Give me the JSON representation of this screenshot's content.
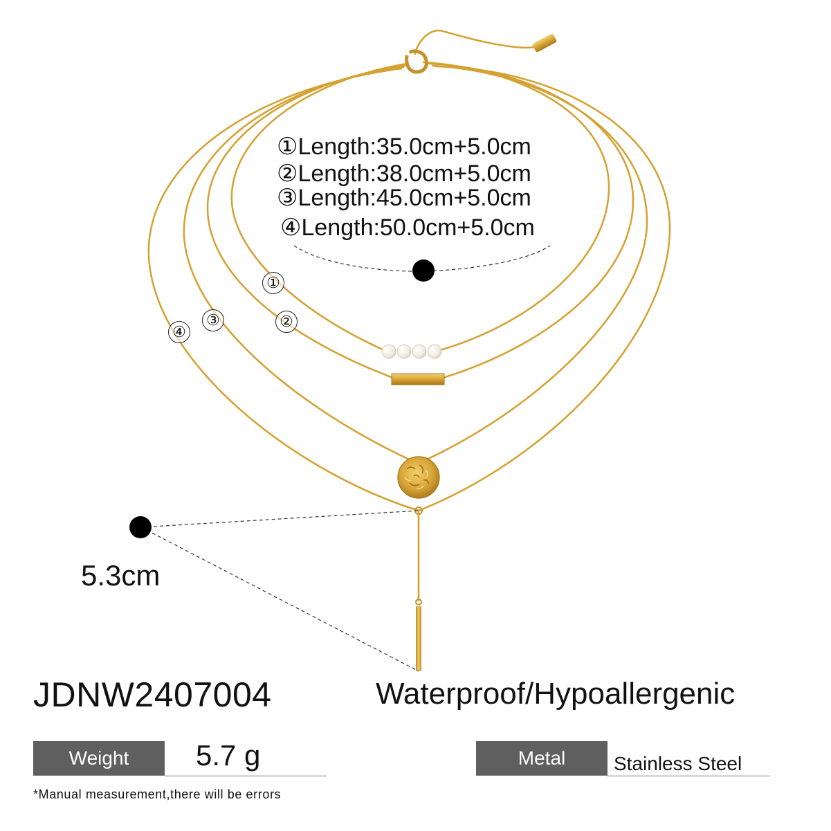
{
  "lengths": [
    {
      "marker": "①",
      "text": "Length:35.0cm+5.0cm"
    },
    {
      "marker": "②",
      "text": "Length:38.0cm+5.0cm"
    },
    {
      "marker": "③",
      "text": "Length:45.0cm+5.0cm"
    },
    {
      "marker": "④",
      "text": "Length:50.0cm+5.0cm"
    }
  ],
  "strand_markers": [
    "①",
    "②",
    "③",
    "④"
  ],
  "drop_length": "5.3cm",
  "product_code": "JDNW2407004",
  "features": "Waterproof/Hypoallergenic",
  "specs": {
    "weight_label": "Weight",
    "weight_value": "5.7 g",
    "metal_label": "Metal",
    "metal_value": "Stainless Steel"
  },
  "disclaimer": "*Manual measurement,there will be errors",
  "colors": {
    "gold": "#d4a232",
    "label_bg": "#5f5f5f",
    "pearl": "#f4efe6"
  }
}
